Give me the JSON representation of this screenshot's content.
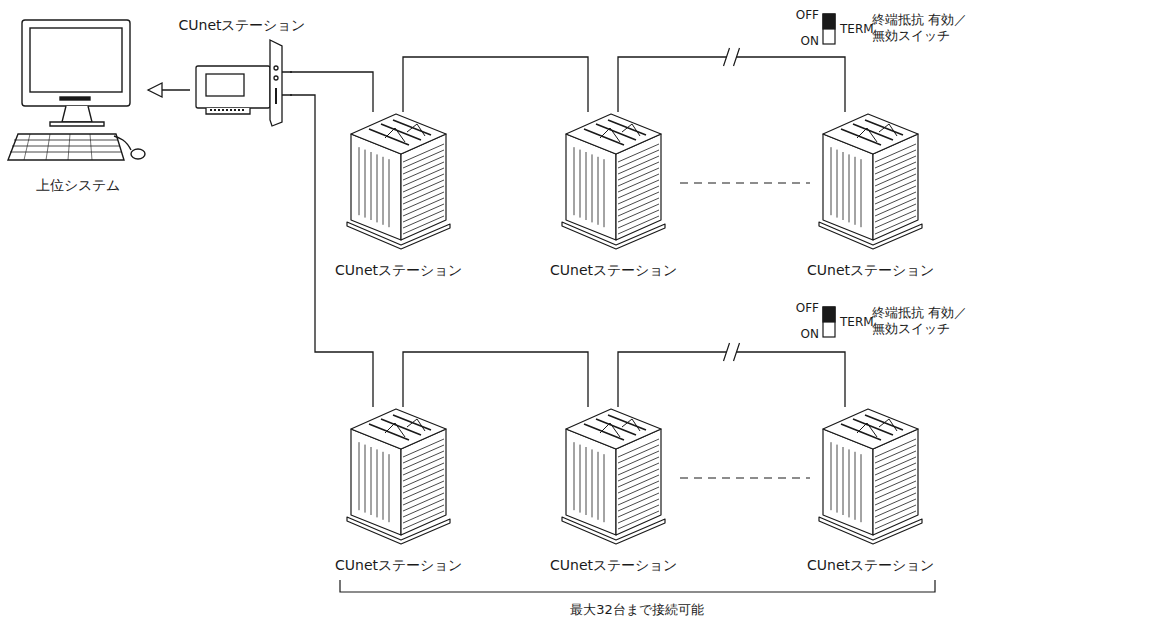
{
  "diagram": {
    "nodes": [
      {
        "text": [
          "上位システム"
        ]
      },
      {
        "text": [
          "CUnetステーション"
        ]
      },
      {
        "text": [
          "CUnetステーション"
        ]
      },
      {
        "text": [
          "CUnetステーション"
        ]
      },
      {
        "text": [
          "CUnetステーション"
        ]
      },
      {
        "text": [
          "CUnetステーション"
        ]
      },
      {
        "text": [
          "CUnetステーション"
        ]
      },
      {
        "text": [
          "CUnetステーション"
        ]
      }
    ],
    "edges": [
      {
        "from": 1,
        "to": 0,
        "arrow": "to"
      },
      {
        "from": 1,
        "to": 2,
        "arrow": "none"
      },
      {
        "from": 2,
        "to": 3,
        "arrow": "none"
      },
      {
        "from": 3,
        "to": 4,
        "arrow": "none"
      },
      {
        "from": 1,
        "to": 5,
        "arrow": "none"
      },
      {
        "from": 5,
        "to": 6,
        "arrow": "none"
      },
      {
        "from": 6,
        "to": 7,
        "arrow": "none"
      }
    ],
    "labels": [
      "OFF",
      "ON",
      "TERM",
      "終端抵抗 有効／無効スイッチ",
      "OFF",
      "ON",
      "TERM",
      "終端抵抗 有効／無効スイッチ",
      "最大32台まで接続可能"
    ]
  }
}
